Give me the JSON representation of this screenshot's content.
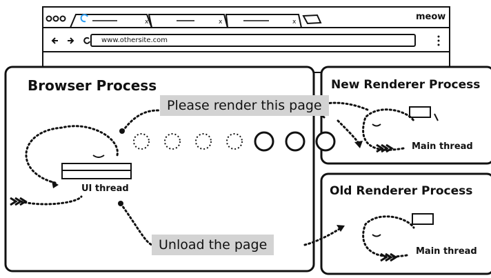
{
  "browser_window": {
    "profile_name": "meow",
    "url": "www.othersite.com",
    "tabs": [
      {
        "state": "loading"
      },
      {
        "state": "idle"
      },
      {
        "state": "idle"
      }
    ],
    "icons": [
      "back-icon",
      "forward-icon",
      "reload-icon",
      "menu-icon"
    ]
  },
  "browser_process": {
    "title": "Browser Process",
    "thread_label": "UI thread"
  },
  "new_renderer": {
    "title": "New Renderer Process",
    "thread_label": "Main thread"
  },
  "old_renderer": {
    "title": "Old Renderer Process",
    "thread_label": "Main thread"
  },
  "messages": {
    "render": "Please render this page",
    "unload": "Unload the page"
  },
  "colors": {
    "message_bg": "#d3d3d3",
    "loading_spinner": "#2a9df4"
  }
}
